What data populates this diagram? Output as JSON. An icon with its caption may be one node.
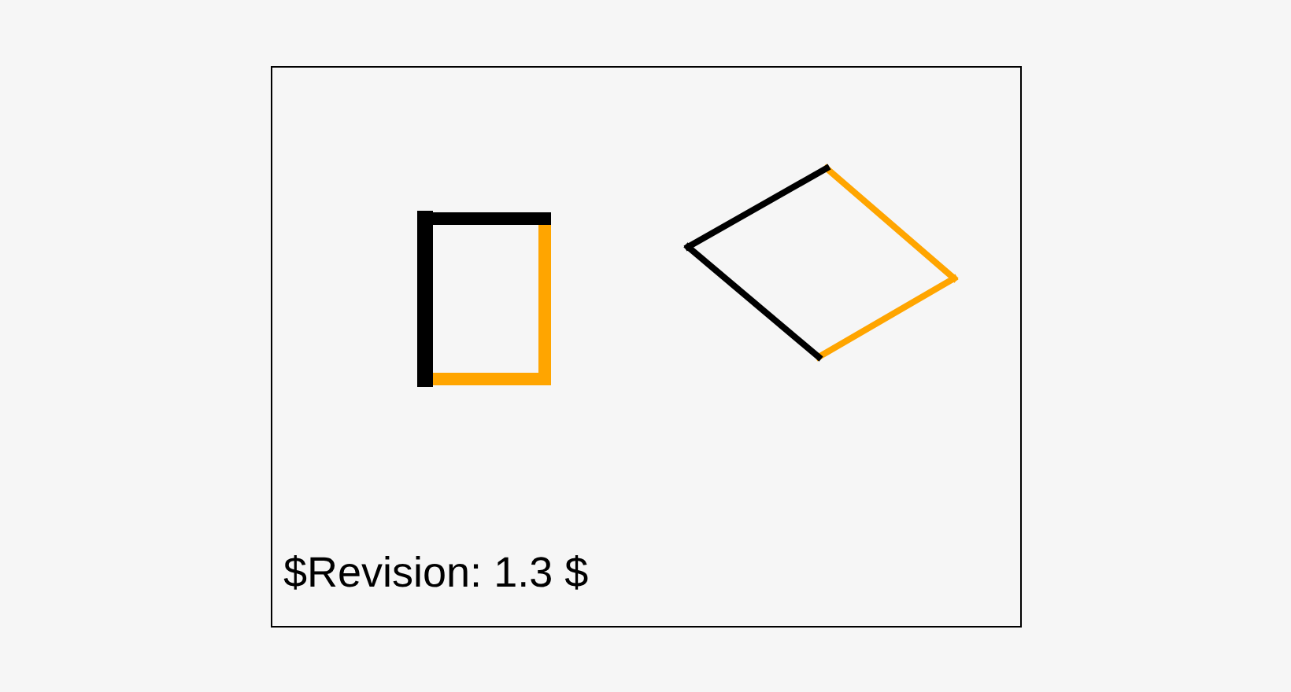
{
  "diagram": {
    "nodes": [
      {
        "text": [],
        "shape": "box"
      },
      {
        "text": [],
        "shape": "diamond"
      }
    ],
    "labels": [
      "$Revision: 1.3 $"
    ]
  }
}
